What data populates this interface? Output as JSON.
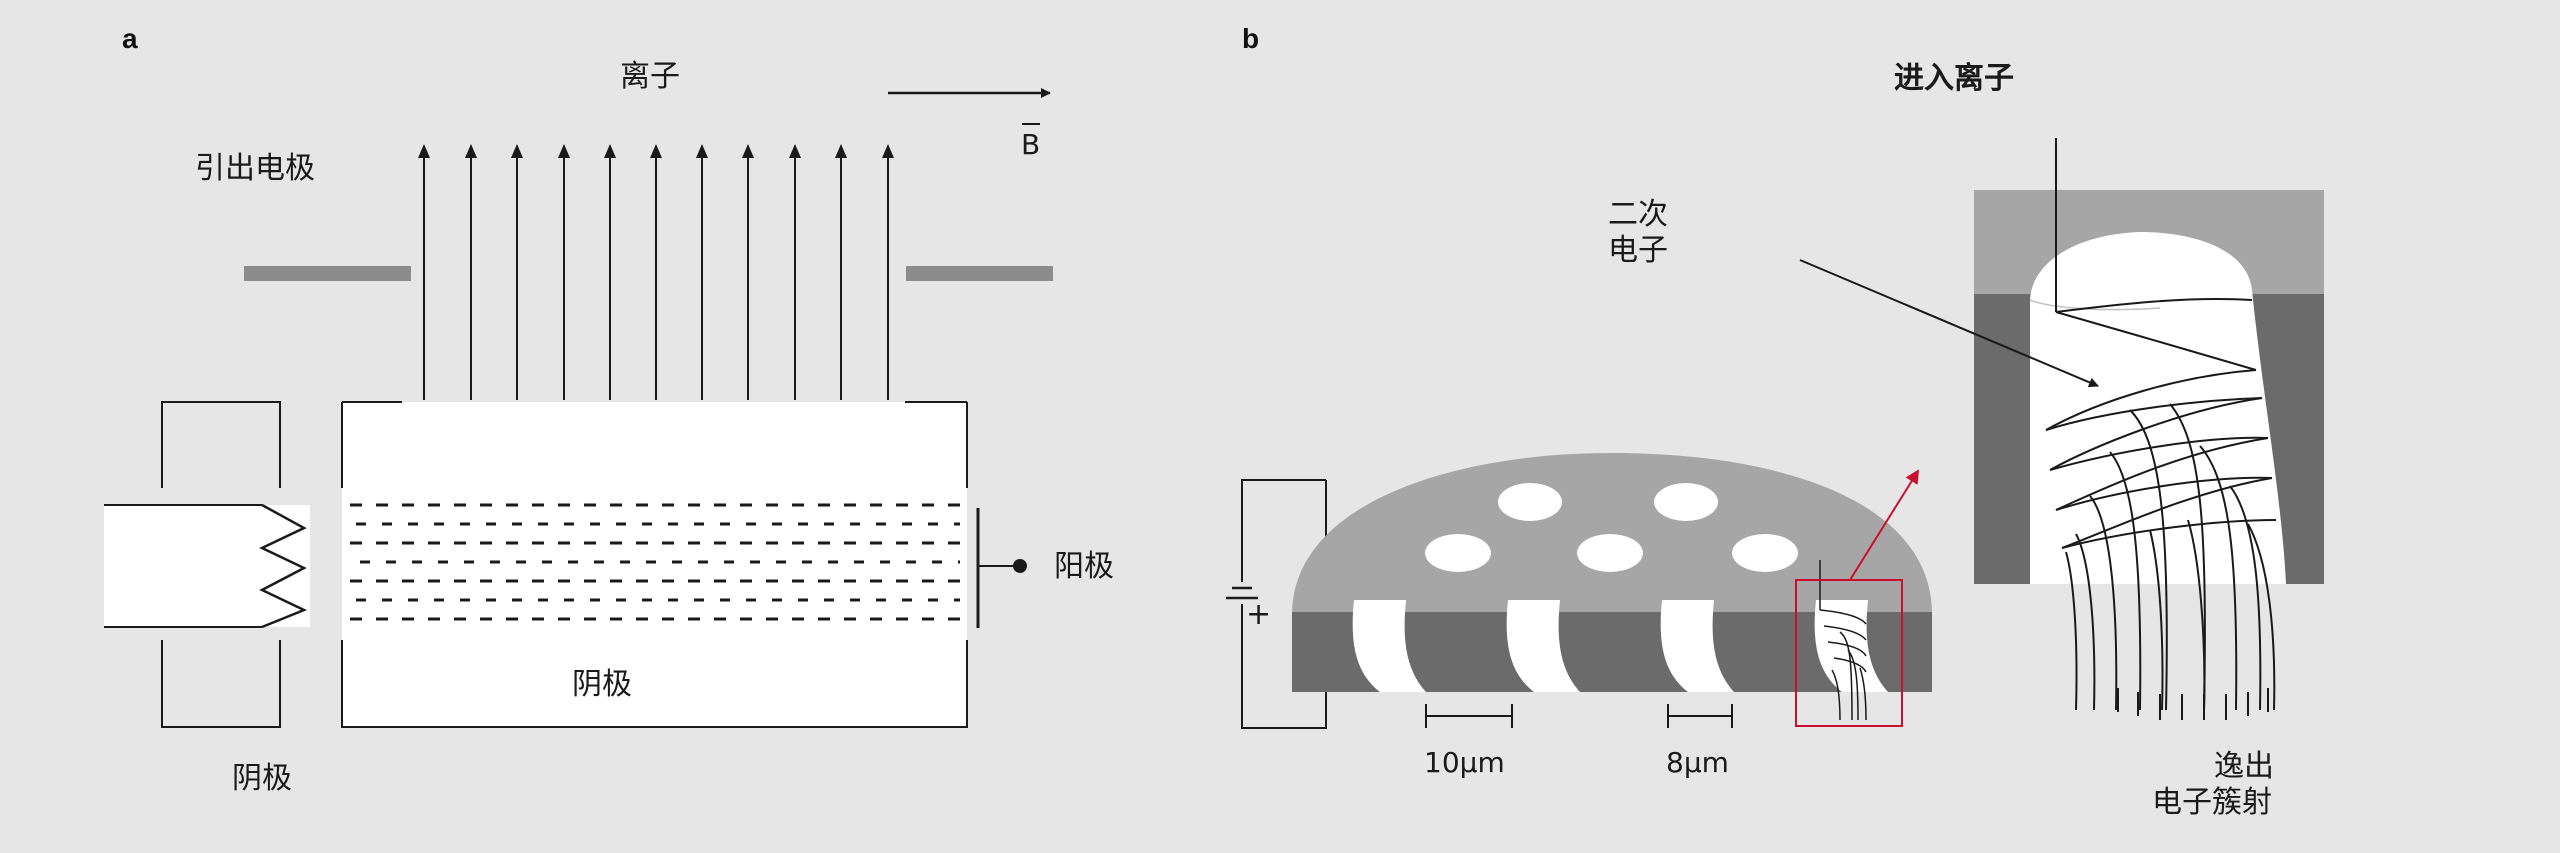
{
  "panel_a": {
    "letter": "a",
    "ions_label": "离子",
    "field_label": "B",
    "extraction_electrode_label": "引出电极",
    "anode_label": "阳极",
    "cathode_inner_label": "阴极",
    "cathode_outer_label": "阴极"
  },
  "panel_b": {
    "letter": "b",
    "incoming_ion_label": "进入离子",
    "secondary_electron_label_line1": "二次",
    "secondary_electron_label_line2": "电子",
    "battery_sign": "+",
    "scale_10_label": "10μm",
    "scale_8_label": "8μm",
    "escape_label_line1": "逸出",
    "escape_label_line2": "电子簇射"
  },
  "colors": {
    "background": "#e6e6e6",
    "light_gray": "#a6a6a6",
    "dark_gray": "#6b6b6b",
    "highlight_red": "#c8102e",
    "electrode_gray": "#8c8c8c",
    "line": "#1a1a1a"
  }
}
